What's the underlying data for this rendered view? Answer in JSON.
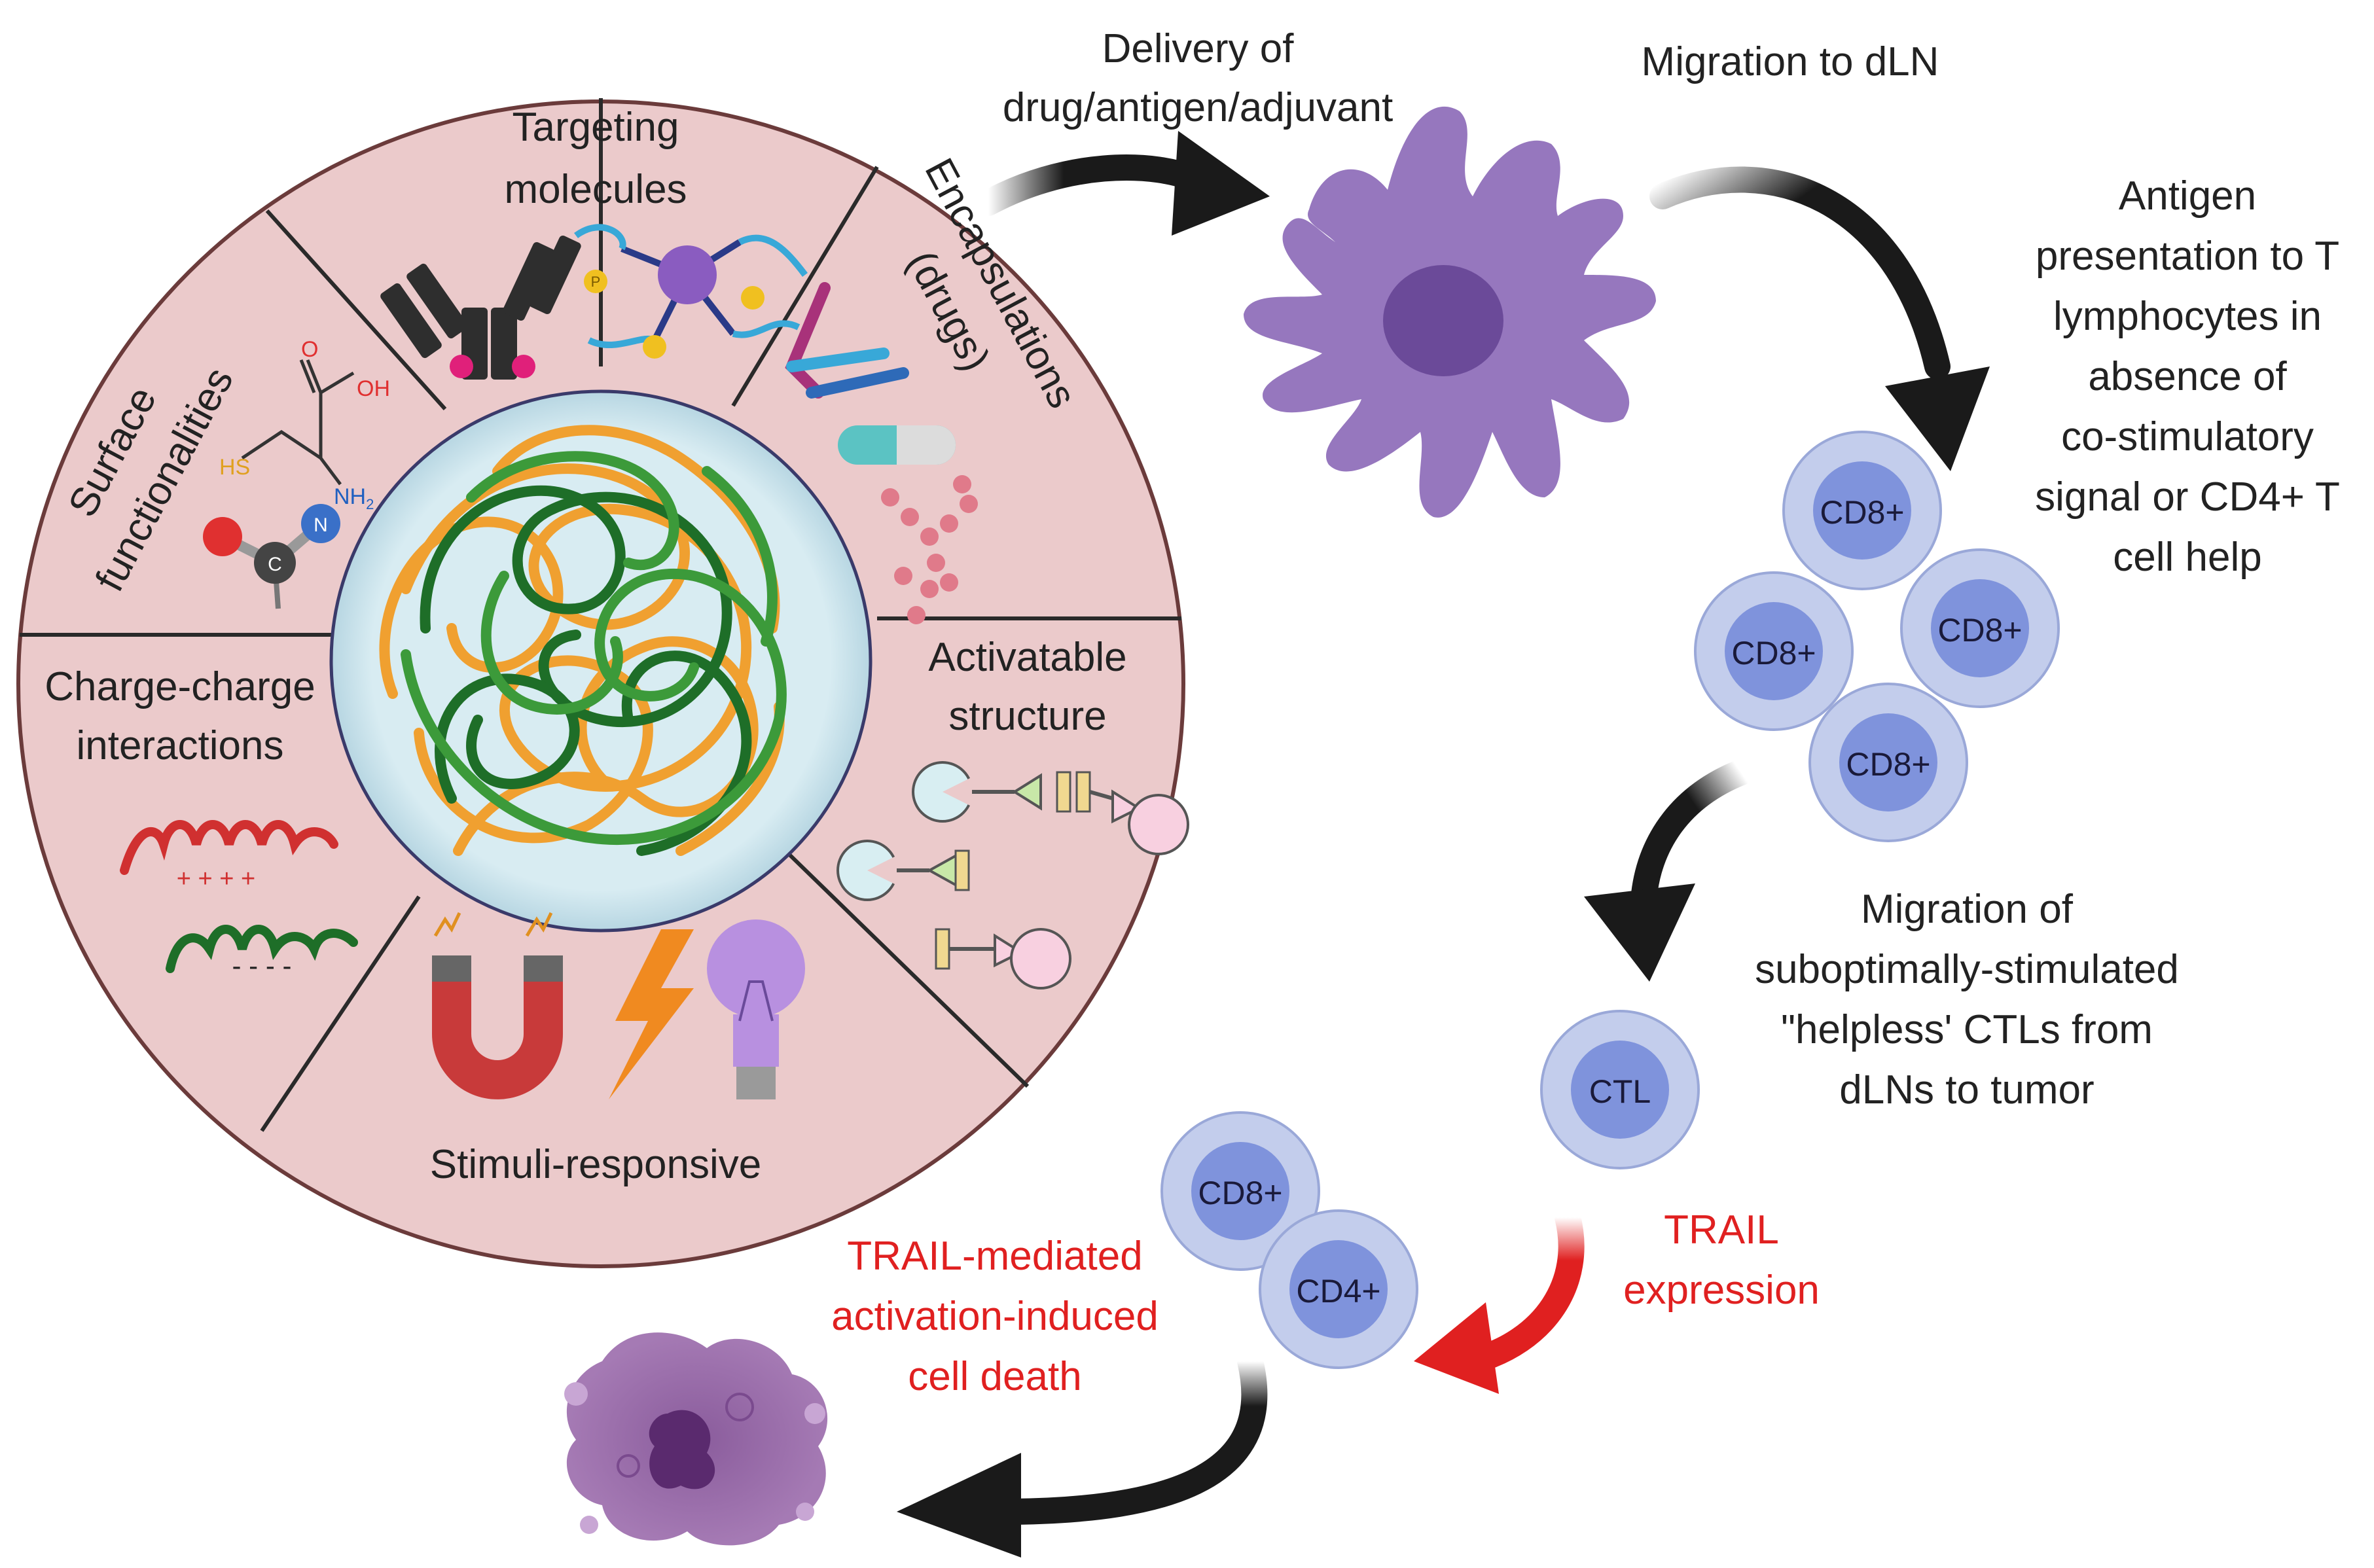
{
  "wheel": {
    "targeting_line1": "Targeting",
    "targeting_line2": "molecules",
    "encapsulations_line1": "Encapsulations",
    "encapsulations_line2": "(drugs)",
    "surface_line1": "Surface",
    "surface_line2": "functionalities",
    "charge_line1": "Charge-charge",
    "charge_line2": "interactions",
    "activatable_line1": "Activatable",
    "activatable_line2": "structure",
    "stimuli": "Stimuli-responsive",
    "charge_plus": "+ + + +",
    "charge_minus": "- - - -",
    "atom_hs": "HS",
    "atom_nh2": "NH",
    "atom_nh2_sub": "2",
    "atom_oh": "OH",
    "atom_o": "O",
    "atom_p": "P",
    "atom_c": "C",
    "atom_n": "N"
  },
  "flow": {
    "delivery_line1": "Delivery of",
    "delivery_line2": "drug/antigen/adjuvant",
    "migration_dln": "Migration to dLN",
    "antigen_lines": [
      "Antigen",
      "presentation to T",
      "lymphocytes in",
      "absence of",
      "co-stimulatory",
      "signal or CD4+ T",
      "cell help"
    ],
    "migration_ctl_lines": [
      "Migration of",
      "suboptimally-stimulated",
      "\"helpless' CTLs from",
      "dLNs to tumor"
    ],
    "trail_expr_line1": "TRAIL",
    "trail_expr_line2": "expression",
    "trail_death_lines": [
      "TRAIL-mediated",
      "activation-induced",
      "cell death"
    ]
  },
  "cells": {
    "cd8_a": "CD8+",
    "cd8_b": "CD8+",
    "cd8_c": "CD8+",
    "cd8_d": "CD8+",
    "ctl": "CTL",
    "cd8_e": "CD8+",
    "cd4": "CD4+"
  },
  "colors": {
    "wheel_fill": "#ebcacb",
    "wheel_stroke": "#6b3b3b",
    "core_fill": "#d8ecf2",
    "cell_outer": "#c3cdec",
    "cell_inner": "#7f93dc",
    "dendritic": "#9677be",
    "nucleus": "#6b4a99",
    "trail_red": "#e02020",
    "orange_strand": "#f0a030",
    "green_strand": "#3c9a3a",
    "dark_green_strand": "#1e6e28"
  }
}
